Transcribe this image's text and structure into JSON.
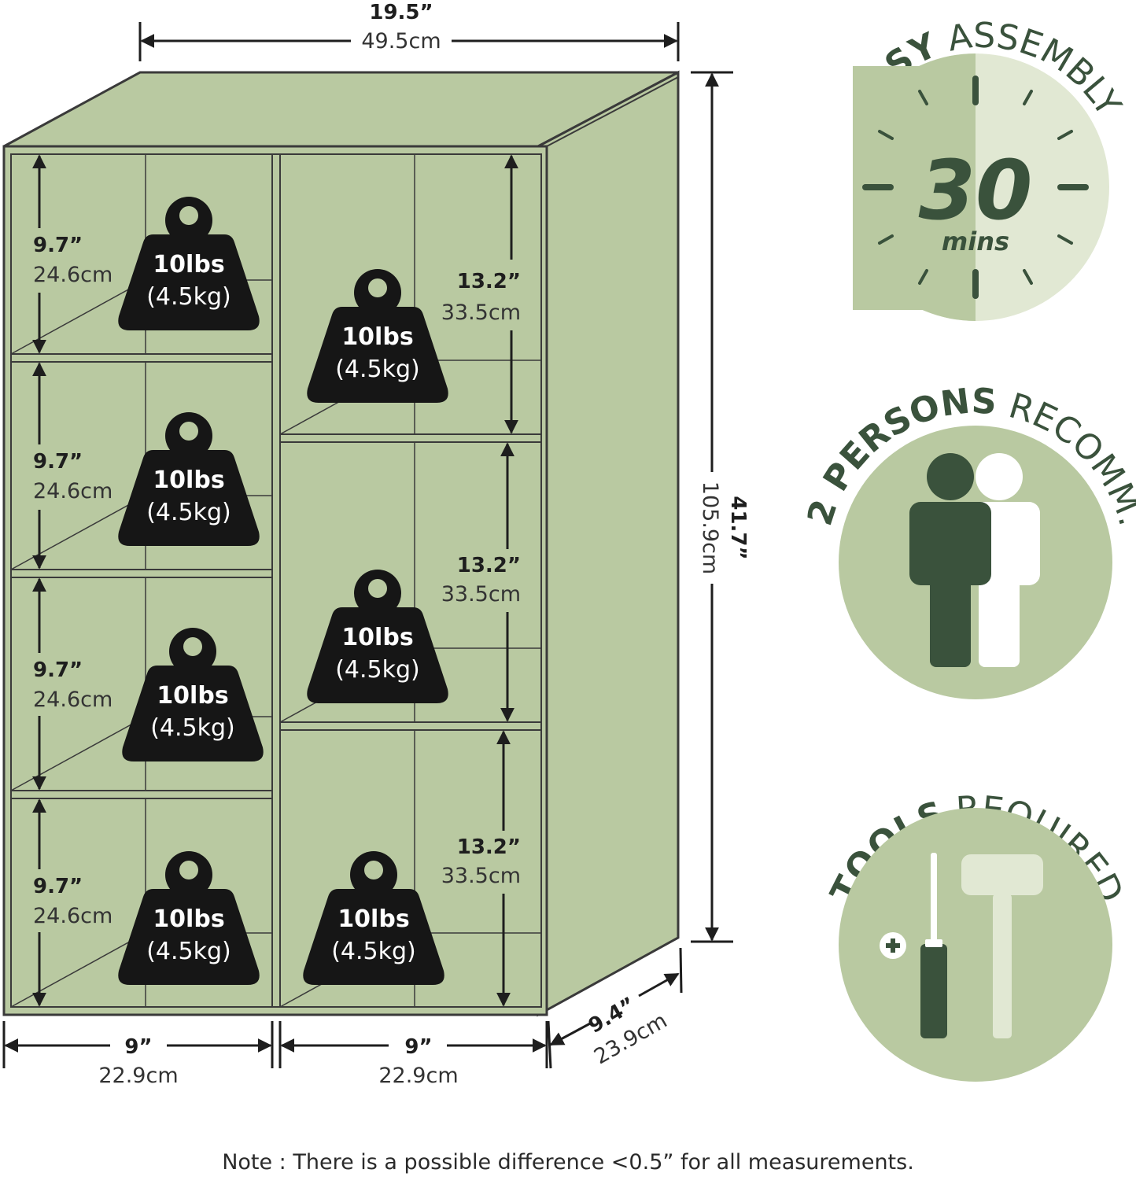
{
  "dimensions": {
    "width_in": "19.5”",
    "width_cm": "49.5cm",
    "height_in": "41.7”",
    "height_cm": "105.9cm",
    "depth_in": "9.4”",
    "depth_cm": "23.9cm",
    "left_col_width_in": "9”",
    "left_col_width_cm": "22.9cm",
    "right_col_width_in": "9”",
    "right_col_width_cm": "22.9cm",
    "left_cube_height_in": "9.7”",
    "left_cube_height_cm": "24.6cm",
    "right_cube_height_in": "13.2”",
    "right_cube_height_cm": "33.5cm"
  },
  "weight": {
    "lbs": "10lbs",
    "kg": "(4.5kg)"
  },
  "assembly": {
    "bold": "EASY",
    "regular": "ASSEMBLY",
    "minutes": "30",
    "unit": "mins"
  },
  "persons": {
    "bold": "2 PERSONS",
    "regular": "RECOMM."
  },
  "tools": {
    "bold": "TOOLS",
    "regular": "REQUIRED"
  },
  "icons": [
    "weight-icon",
    "clock-icon",
    "two-persons-icon",
    "screwdriver-icon",
    "mallet-icon"
  ],
  "colors": {
    "cabinet": "#b9c9a1",
    "circle": "#b9c9a1",
    "circle_light": "#e1e8d3",
    "dark_green": "#3a523c",
    "weight": "#161616"
  },
  "note": "Note : There is a possible difference <0.5” for all measurements."
}
